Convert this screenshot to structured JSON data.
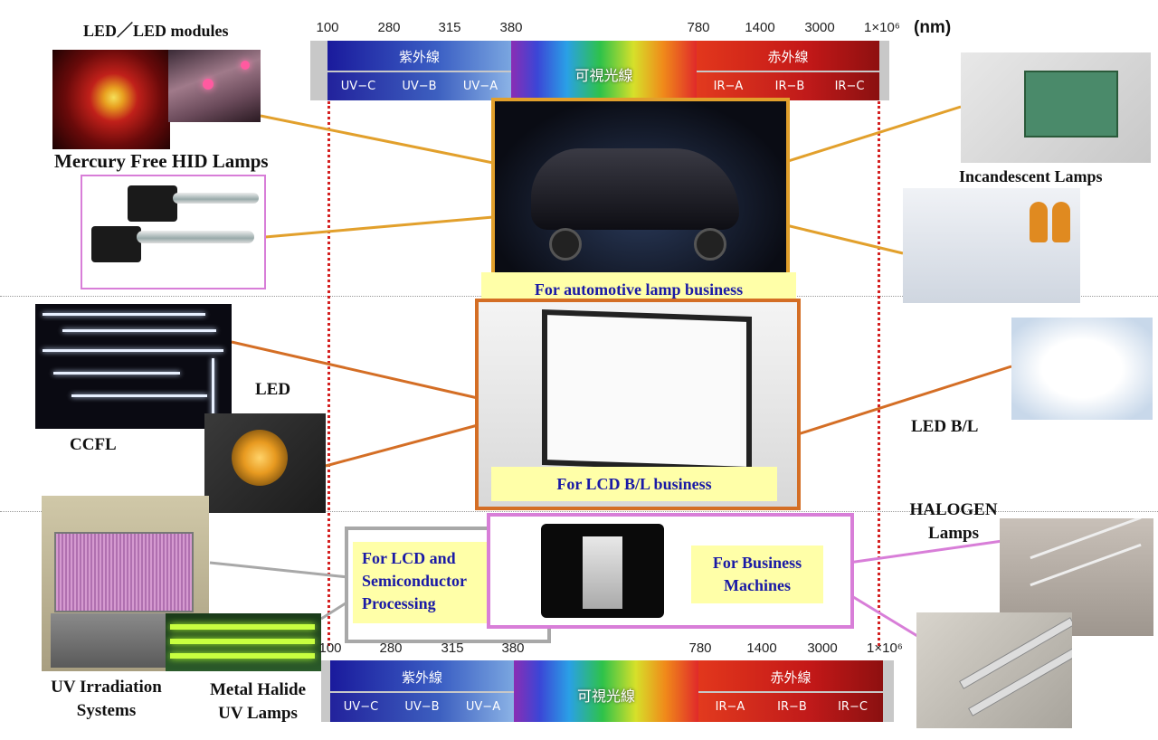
{
  "spectrum": {
    "ticks": [
      "100",
      "280",
      "315",
      "380",
      "780",
      "1400",
      "3000",
      "1×10⁶"
    ],
    "unit": "(nm)",
    "uv_label": "紫外線",
    "visible_label": "可視光線",
    "ir_label": "赤外線",
    "uv_sub": [
      "UV−C",
      "UV−B",
      "UV−A"
    ],
    "ir_sub": [
      "IR−A",
      "IR−B",
      "IR−C"
    ]
  },
  "left_labels": {
    "led_modules": "LED／LED modules",
    "hid": "Mercury Free HID Lamps",
    "led": "LED",
    "ccfl": "CCFL",
    "uv_irradiation": [
      "UV Irradiation",
      "Systems"
    ],
    "metal_halide": [
      "Metal Halide",
      "UV Lamps"
    ]
  },
  "right_labels": {
    "incandescent": "Incandescent Lamps",
    "led_bl": "LED B/L",
    "halogen": [
      "HALOGEN",
      "Lamps"
    ]
  },
  "center_boxes": {
    "automotive": "For automotive lamp business",
    "lcd_bl": "For LCD B/L business",
    "lcd_semi": [
      "For LCD and",
      "Semiconductor",
      "Processing"
    ],
    "business": [
      "For Business",
      "Machines"
    ]
  },
  "colors": {
    "automotive_border": "#e2a02c",
    "lcd_border": "#d46e25",
    "business_border": "#d87ed8",
    "semi_border": "#a8a8a8",
    "dotted_line": "#d42020",
    "box_fill": "#ffffa8",
    "box_text": "#1a1aa6"
  }
}
